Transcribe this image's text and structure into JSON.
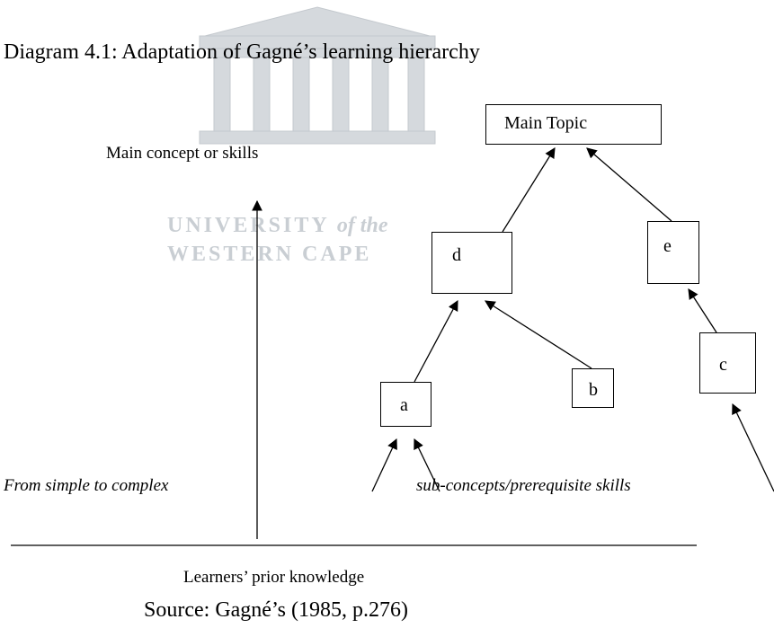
{
  "caption": "Diagram 4.1: Adaptation of Gagné’s learning hierarchy",
  "left_label": "Main concept or skills",
  "watermark": {
    "line1": "UNIVERSITY",
    "line1_italic": "of the",
    "line2": "WESTERN CAPE"
  },
  "nodes": {
    "main": "Main Topic",
    "d": "d",
    "e": "e",
    "a": "a",
    "b": "b",
    "c": "c"
  },
  "left_bottom_label": "From simple to complex",
  "sub_label": "sub-concepts/prerequisite skills",
  "baseline_label": "Learners’ prior knowledge",
  "source": "Source: Gagné’s (1985, p.276)",
  "colors": {
    "line": "#000000",
    "watermark": "#c9ced3"
  }
}
